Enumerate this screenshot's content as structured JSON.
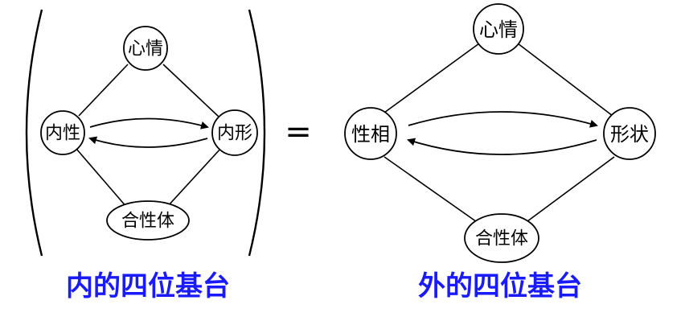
{
  "colors": {
    "stroke": "#000000",
    "caption": "#1a1aff"
  },
  "inner": {
    "top": "心情",
    "left": "内性",
    "right": "内形",
    "bottom": "合性体",
    "caption": "内的四位基台"
  },
  "equals_sign": "=",
  "outer": {
    "top": "心情",
    "left": "性相",
    "right": "形状",
    "bottom": "合性体",
    "caption": "外的四位基台"
  }
}
